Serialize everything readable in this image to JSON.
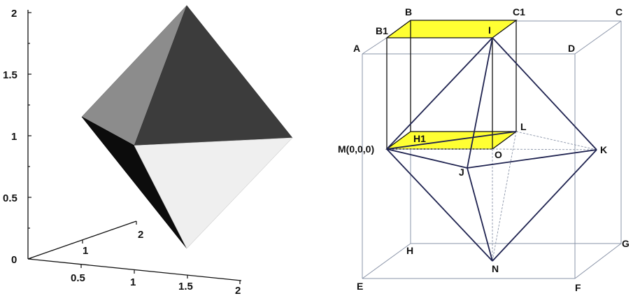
{
  "left_plot": {
    "z_ticks": [
      "0",
      "0.5",
      "1",
      "1.5",
      "2"
    ],
    "x_ticks": [
      "0.5",
      "1",
      "1.5",
      "2"
    ],
    "y_ticks": [
      "1",
      "2"
    ],
    "face_colors": {
      "upper_left": "#8c8c8c",
      "upper_right": "#3c3c3c",
      "lower_left": "#0c0c0c",
      "lower_right": "#efefef"
    }
  },
  "right_diagram": {
    "labels": {
      "A": "A",
      "B": "B",
      "B1": "B1",
      "C": "C",
      "C1": "C1",
      "D": "D",
      "E": "E",
      "F": "F",
      "G": "G",
      "H": "H",
      "H1": "H1",
      "I": "I",
      "J": "J",
      "K": "K",
      "L": "L",
      "M": "M(0,0,0)",
      "N": "N",
      "O": "O"
    },
    "highlight_color": "#ffff33"
  }
}
